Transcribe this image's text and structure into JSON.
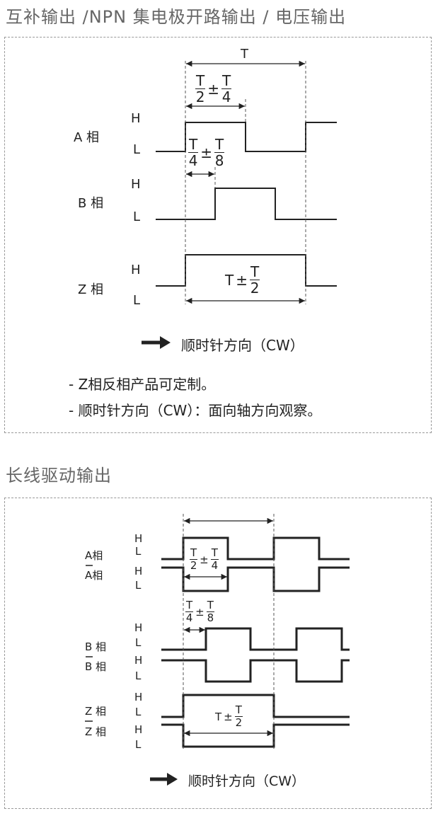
{
  "section1": {
    "title": "互补输出 /NPN 集电极开路输出 / 电压输出",
    "period_label": "T",
    "a_label": "A 相",
    "b_label": "B 相",
    "z_label": "Z 相",
    "high": "H",
    "low": "L",
    "width_a": {
      "num1": "T",
      "den1": "2",
      "pm": "±",
      "num2": "T",
      "den2": "4"
    },
    "phase_ab": {
      "num1": "T",
      "den1": "4",
      "pm": "±",
      "num2": "T",
      "den2": "8"
    },
    "width_z": {
      "lead": "T",
      "pm": "±",
      "num": "T",
      "den": "2"
    },
    "direction": "顺时针方向（CW）",
    "notes": [
      "- Z相反相产品可定制。",
      "- 顺时针方向（CW）：面向轴方向观察。"
    ]
  },
  "section2": {
    "title": "长线驱动输出",
    "a_label": "A相",
    "a_bar_label": "A相",
    "b_label": "B 相",
    "b_bar_label": "B 相",
    "z_label": "Z 相",
    "z_bar_label": "Z 相",
    "high": "H",
    "low": "L",
    "width_a": {
      "num1": "T",
      "den1": "2",
      "pm": "±",
      "num2": "T",
      "den2": "4"
    },
    "phase_ab": {
      "num1": "T",
      "den1": "4",
      "pm": "±",
      "num2": "T",
      "den2": "8"
    },
    "width_z": {
      "lead": "T",
      "pm": "±",
      "num": "T",
      "den": "2"
    },
    "direction": "顺时针方向（CW）"
  }
}
